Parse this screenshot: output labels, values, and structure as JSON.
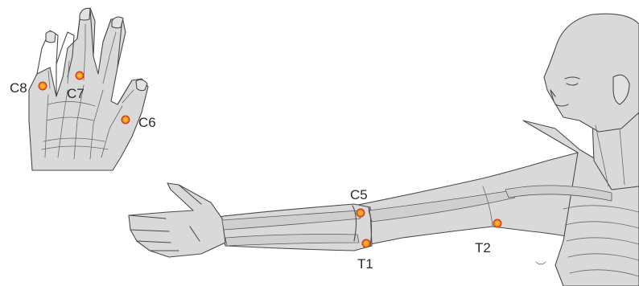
{
  "points": [
    {
      "id": "c8",
      "label": "C8"
    },
    {
      "id": "c7",
      "label": "C7"
    },
    {
      "id": "c6",
      "label": "C6"
    },
    {
      "id": "c5",
      "label": "C5"
    },
    {
      "id": "t1",
      "label": "T1"
    },
    {
      "id": "t2",
      "label": "T2"
    }
  ],
  "colors": {
    "point_outer": "#e8452c",
    "point_inner": "#f6a21a",
    "skin": "#d9d9d9",
    "outline": "#4a4a4a"
  }
}
